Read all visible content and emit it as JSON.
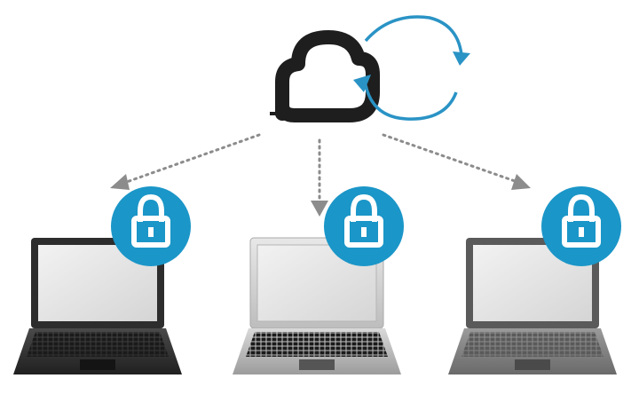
{
  "colors": {
    "background": "#ffffff",
    "cloud_outline": "#1e1e1e",
    "sync_arrow": "#2a93c5",
    "badge": "#1b96c8",
    "lock": "#ffffff",
    "dotted_arrow": "#8c8c8c",
    "laptop_dark": "#3a3a3a",
    "laptop_silver": "#cfcfcf",
    "screen": "#e6e6e6"
  },
  "diagram": {
    "source": {
      "icon": "cloud-icon",
      "accessory_icon": "sync-icon"
    },
    "targets": [
      {
        "icon": "laptop-icon",
        "variant": "dark",
        "badge_icon": "lock-icon"
      },
      {
        "icon": "laptop-icon",
        "variant": "silver",
        "badge_icon": "lock-icon"
      },
      {
        "icon": "laptop-icon",
        "variant": "graphite",
        "badge_icon": "lock-icon"
      }
    ],
    "connections": [
      {
        "from": "cloud",
        "to": 0,
        "style": "dotted-arrow"
      },
      {
        "from": "cloud",
        "to": 1,
        "style": "dotted-arrow"
      },
      {
        "from": "cloud",
        "to": 2,
        "style": "dotted-arrow"
      }
    ]
  }
}
